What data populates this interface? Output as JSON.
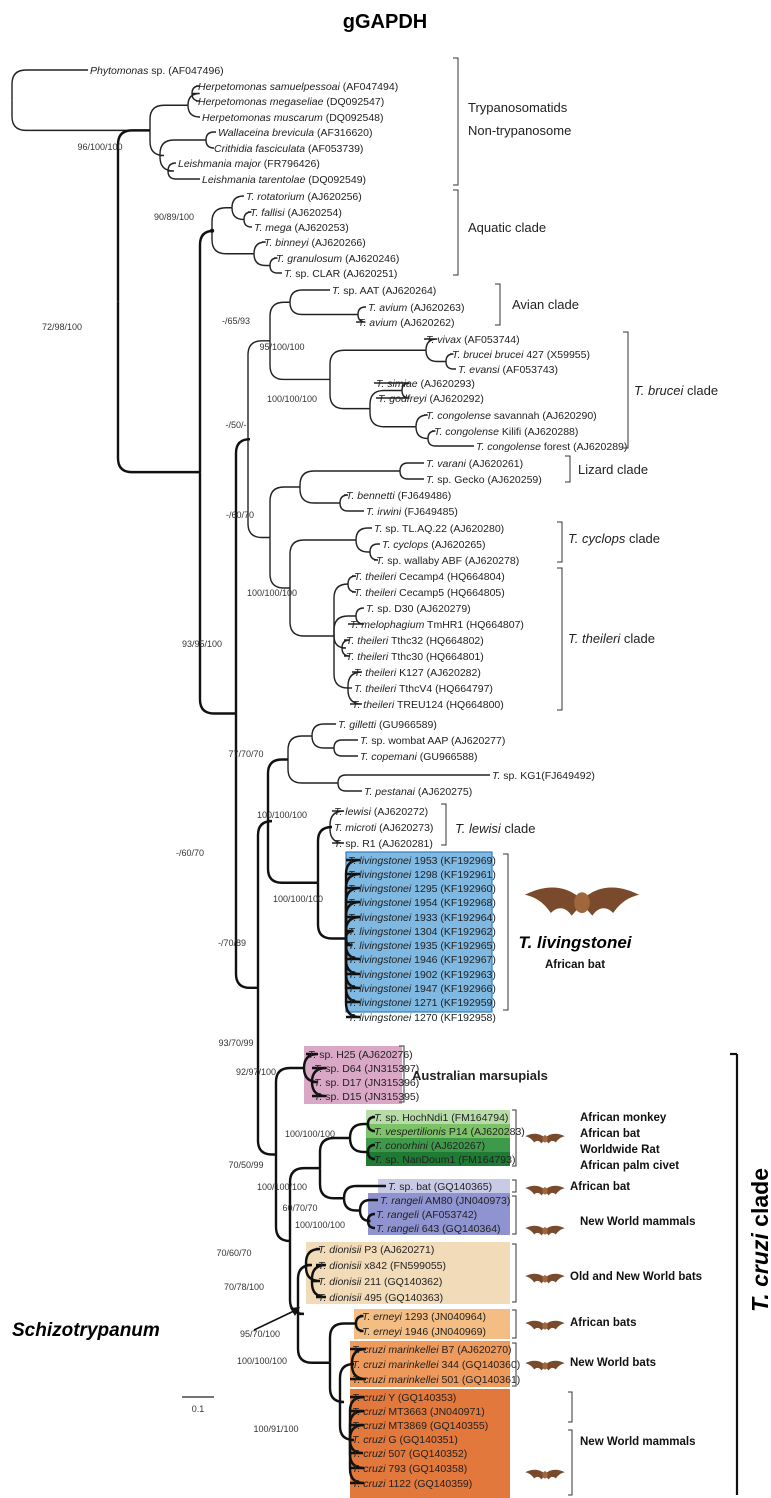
{
  "title": "gGAPDH",
  "scale_label": "0.1",
  "schizo_label": "Schizotrypanum",
  "tcruzi_label": "T. cruzi clade",
  "livingstonei_label": "T. livingstonei",
  "livingstonei_sub": "African bat",
  "taxa": [
    {
      "genus": "Phytomonas",
      "rest": " sp. (AF047496)"
    },
    {
      "genus": "Herpetomonas samuelpessoai",
      "rest": " (AF047494)"
    },
    {
      "genus": "Herpetomonas megaseliae",
      "rest": " (DQ092547)"
    },
    {
      "genus": "Herpetomonas muscarum",
      "rest": " (DQ092548)"
    },
    {
      "genus": "Wallaceina brevicula",
      "rest": " (AF316620)"
    },
    {
      "genus": "Crithidia fasciculata",
      "rest": " (AF053739)"
    },
    {
      "genus": "Leishmania major",
      "rest": " (FR796426)"
    },
    {
      "genus": "Leishmania tarentolae",
      "rest": " (DQ092549)"
    },
    {
      "genus": "T. rotatorium",
      "rest": " (AJ620256)"
    },
    {
      "genus": "T. fallisi",
      "rest": " (AJ620254)"
    },
    {
      "genus": "T. mega",
      "rest": " (AJ620253)"
    },
    {
      "genus": "T. binneyi",
      "rest": " (AJ620266)"
    },
    {
      "genus": "T. granulosum",
      "rest": " (AJ620246)"
    },
    {
      "genus": "T.",
      "rest": " sp. CLAR (AJ620251)"
    },
    {
      "genus": "T.",
      "rest": " sp. AAT (AJ620264)"
    },
    {
      "genus": "T. avium",
      "rest": " (AJ620263)"
    },
    {
      "genus": "T. avium",
      "rest": " (AJ620262)"
    },
    {
      "genus": "T. vivax",
      "rest": " (AF053744)"
    },
    {
      "genus": "T. brucei brucei",
      "rest": " 427 (X59955)"
    },
    {
      "genus": "T. evansi",
      "rest": " (AF053743)"
    },
    {
      "genus": "T. simiae",
      "rest": " (AJ620293)"
    },
    {
      "genus": "T. godfreyi",
      "rest": " (AJ620292)"
    },
    {
      "genus": "T. congolense",
      "rest": " savannah (AJ620290)"
    },
    {
      "genus": "T. congolense",
      "rest": " Kilifi (AJ620288)"
    },
    {
      "genus": "T. congolense",
      "rest": " forest (AJ620289)"
    },
    {
      "genus": "T. varani",
      "rest": " (AJ620261)"
    },
    {
      "genus": "T.",
      "rest": " sp. Gecko (AJ620259)"
    },
    {
      "genus": "T. bennetti",
      "rest": " (FJ649486)"
    },
    {
      "genus": "T. irwini",
      "rest": " (FJ649485)"
    },
    {
      "genus": "T.",
      "rest": " sp. TL.AQ.22 (AJ620280)"
    },
    {
      "genus": "T. cyclops",
      "rest": " (AJ620265)"
    },
    {
      "genus": "T.",
      "rest": " sp. wallaby ABF (AJ620278)"
    },
    {
      "genus": "T. theileri",
      "rest": " Cecamp4 (HQ664804)"
    },
    {
      "genus": "T. theileri",
      "rest": " Cecamp5 (HQ664805)"
    },
    {
      "genus": "T.",
      "rest": " sp. D30 (AJ620279)"
    },
    {
      "genus": "T. melophagium",
      "rest": " TmHR1 (HQ664807)"
    },
    {
      "genus": "T. theileri",
      "rest": " Tthc32 (HQ664802)"
    },
    {
      "genus": "T. theileri",
      "rest": " Tthc30 (HQ664801)"
    },
    {
      "genus": "T. theileri",
      "rest": " K127 (AJ620282)"
    },
    {
      "genus": "T. theileri",
      "rest": " TthcV4 (HQ664797)"
    },
    {
      "genus": "T. theileri",
      "rest": " TREU124 (HQ664800)"
    },
    {
      "genus": "T. gilletti",
      "rest": " (GU966589)"
    },
    {
      "genus": "T.",
      "rest": " sp. wombat AAP (AJ620277)"
    },
    {
      "genus": "T. copemani",
      "rest": " (GU966588)"
    },
    {
      "genus": "T.",
      "rest": " sp. KG1(FJ649492)"
    },
    {
      "genus": "T. pestanai",
      "rest": " (AJ620275)"
    },
    {
      "genus": "T. lewisi",
      "rest": " (AJ620272)"
    },
    {
      "genus": "T. microti",
      "rest": " (AJ620273)"
    },
    {
      "genus": "T.",
      "rest": " sp. R1 (AJ620281)"
    },
    {
      "genus": "T. livingstonei",
      "rest": " 1953 (KF192969)"
    },
    {
      "genus": "T. livingstonei",
      "rest": " 1298 (KF192961)"
    },
    {
      "genus": "T. livingstonei",
      "rest": " 1295 (KF192960)"
    },
    {
      "genus": "T. livingstonei",
      "rest": " 1954 (KF192968)"
    },
    {
      "genus": "T. livingstonei",
      "rest": " 1933 (KF192964)"
    },
    {
      "genus": "T. livingstonei",
      "rest": " 1304 (KF192962)"
    },
    {
      "genus": "T. livingstonei",
      "rest": " 1935 (KF192965)"
    },
    {
      "genus": "T. livingstonei",
      "rest": " 1946 (KF192967)"
    },
    {
      "genus": "T. livingstonei",
      "rest": " 1902 (KF192963)"
    },
    {
      "genus": "T. livingstonei",
      "rest": " 1947 (KF192966)"
    },
    {
      "genus": "T. livingstonei",
      "rest": " 1271 (KF192959)"
    },
    {
      "genus": "T. livingstonei",
      "rest": " 1270 (KF192958)"
    },
    {
      "genus": "T.",
      "rest": " sp. H25 (AJ620276)"
    },
    {
      "genus": "T.",
      "rest": " sp. D64 (JN315397)"
    },
    {
      "genus": "T.",
      "rest": " sp. D17 (JN315396)"
    },
    {
      "genus": "T.",
      "rest": " sp. D15 (JN315395)"
    },
    {
      "genus": "T.",
      "rest": " sp. HochNdi1 (FM164794)"
    },
    {
      "genus": "T. vespertilionis",
      "rest": " P14 (AJ620283)"
    },
    {
      "genus": "T. conorhini",
      "rest": " (AJ620267)"
    },
    {
      "genus": "T.",
      "rest": " sp. NanDoum1 (FM164793)"
    },
    {
      "genus": "T.",
      "rest": " sp. bat (GQ140365)"
    },
    {
      "genus": "T. rangeli",
      "rest": " AM80 (JN040973)"
    },
    {
      "genus": "T. rangeli",
      "rest": " (AF053742)"
    },
    {
      "genus": "T. rangeli",
      "rest": " 643 (GQ140364)"
    },
    {
      "genus": "T. dionisii",
      "rest": " P3 (AJ620271)"
    },
    {
      "genus": "T. dionisii",
      "rest": " x842 (FN599055)"
    },
    {
      "genus": "T. dionisii",
      "rest": " 211 (GQ140362)"
    },
    {
      "genus": "T. dionisii",
      "rest": " 495 (GQ140363)"
    },
    {
      "genus": "T. erneyi",
      "rest": " 1293 (JN040964)"
    },
    {
      "genus": "T. erneyi",
      "rest": " 1946 (JN040969)"
    },
    {
      "genus": "T. cruzi marinkellei",
      "rest": " B7 (AJ620270)"
    },
    {
      "genus": "T. cruzi marinkellei",
      "rest": " 344 (GQ140360)"
    },
    {
      "genus": "T. cruzi marinkellei",
      "rest": " 501 (GQ140361)"
    },
    {
      "genus": "T. cruzi",
      "rest": " Y (GQ140353)"
    },
    {
      "genus": "T. cruzi",
      "rest": " MT3663 (JN040971)"
    },
    {
      "genus": "T. cruzi",
      "rest": " MT3869 (GQ140355)"
    },
    {
      "genus": "T. cruzi",
      "rest": " G (GQ140351)"
    },
    {
      "genus": "T. cruzi",
      "rest": " 507 (GQ140352)"
    },
    {
      "genus": "T. cruzi",
      "rest": " 793 (GQ140358)"
    },
    {
      "genus": "T. cruzi",
      "rest": " 1122 (GQ140359)"
    }
  ],
  "supports": [
    "96/100/100",
    "90/89/100",
    "72/98/100",
    "-/65/93",
    "95/100/100",
    "-/50/-",
    "100/100/100",
    "-/60/70",
    "100/100/100",
    "93/95/100",
    "77/70/70",
    "100/100/100",
    "-/60/70",
    "100/100/100",
    "-/70/89",
    "93/70/99",
    "92/97/100",
    "100/100/100",
    "70/50/99",
    "100/100/100",
    "60/70/70",
    "100/100/100",
    "70/60/70",
    "70/78/100",
    "95/70/100",
    "100/100/100",
    "100/91/100"
  ],
  "clade_labels": [
    {
      "lines": [
        "Trypanosomatids",
        "Non-trypanosome"
      ]
    },
    {
      "lines": [
        "Aquatic clade"
      ]
    },
    {
      "lines": [
        "Avian clade"
      ]
    },
    {
      "lines": [
        "T. brucei clade"
      ],
      "italic_part": "T. brucei",
      "rest": " clade"
    },
    {
      "lines": [
        "Lizard clade"
      ]
    },
    {
      "lines": [
        "T. cyclops clade"
      ],
      "italic_part": "T. cyclops",
      "rest": " clade"
    },
    {
      "lines": [
        "T. theileri clade"
      ],
      "italic_part": "T. theileri",
      "rest": " clade"
    },
    {
      "lines": [
        "T. lewisi clade"
      ],
      "italic_part": "T. lewisi",
      "rest": " clade"
    },
    {
      "lines": [
        "Australian marsupials"
      ]
    }
  ],
  "host_labels": [
    "African monkey",
    "African bat",
    "Worldwide Rat",
    "African palm civet",
    "African bat",
    "New World mammals",
    "Old and New World bats",
    "African bats",
    "New World bats",
    "New World mammals"
  ],
  "highlight_colors": {
    "livingstonei": "#7fb8e0",
    "marsupial": "#d9a8c6",
    "hoch": "#b7dca8",
    "vesp": "#7cc266",
    "conor": "#3e9a4a",
    "nandoum": "#1f7a34",
    "bat": "#c9cbe6",
    "rangeli": "#8f93cf",
    "dionisii": "#f2dbb9",
    "erneyi": "#f3bd84",
    "marinkellei": "#ee9a5c",
    "cruzi": "#e2783b"
  }
}
